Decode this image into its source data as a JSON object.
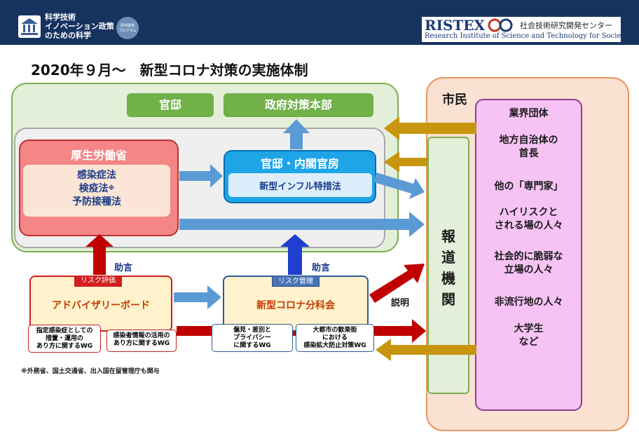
{
  "header": {
    "org_lines": [
      "科学技術",
      "イノベーション政策",
      "のための科学"
    ],
    "badge": [
      "研究開発",
      "プログラム"
    ],
    "ristex_main": "RISTEX",
    "ristex_sub": "社会技術研究開発センター",
    "ristex_en": "Research Institute of Science and Technology for Society"
  },
  "title": "2020年９月～　新型コロナ対策の実施体制",
  "top_buttons": {
    "kantei": "官邸",
    "honbu": "政府対策本部"
  },
  "mhlw": {
    "title": "厚生労働省",
    "laws": [
      "感染症法",
      "検疫法",
      "予防接種法"
    ],
    "law_mark": "※"
  },
  "cabinet": {
    "title": "官邸・内閣官房",
    "law": "新型インフル特措法"
  },
  "labels": {
    "advice_left": "助言",
    "advice_right": "助言",
    "explain": "説明"
  },
  "advisory": {
    "tag": "リスク評価",
    "name": "アドバイザリーボード"
  },
  "subcommittee": {
    "tag": "リスク管理",
    "name": "新型コロナ分科会"
  },
  "wg": {
    "w1": [
      "指定感染症としての",
      "措置・運用の",
      "あり方に関するWG"
    ],
    "w2": [
      "感染者情報の活用の",
      "あり方に関するWG"
    ],
    "w3": [
      "偏見・差別と",
      "プライバシー",
      "に関するWG"
    ],
    "w4": [
      "大都市の歓楽街",
      "における",
      "感染拡大防止対策WG"
    ]
  },
  "footnote": "※外務省、国土交通省、出入国在留管理庁も関与",
  "citizen": {
    "title": "市民",
    "media": [
      "報",
      "道",
      "機",
      "関"
    ]
  },
  "groups": [
    "業界団体",
    "地方自治体の\n首長",
    "他の「専門家」",
    "ハイリスクと\nされる場の人々",
    "社会的に脆弱な\n立場の人々",
    "非流行地の人々",
    "大学生\nなど"
  ],
  "colors": {
    "header": "#16325f",
    "green": "#72b04a",
    "red": "#d21e1e",
    "blue": "#1ea5e8",
    "gold": "#c8960e",
    "purple": "#f7c3f5"
  }
}
